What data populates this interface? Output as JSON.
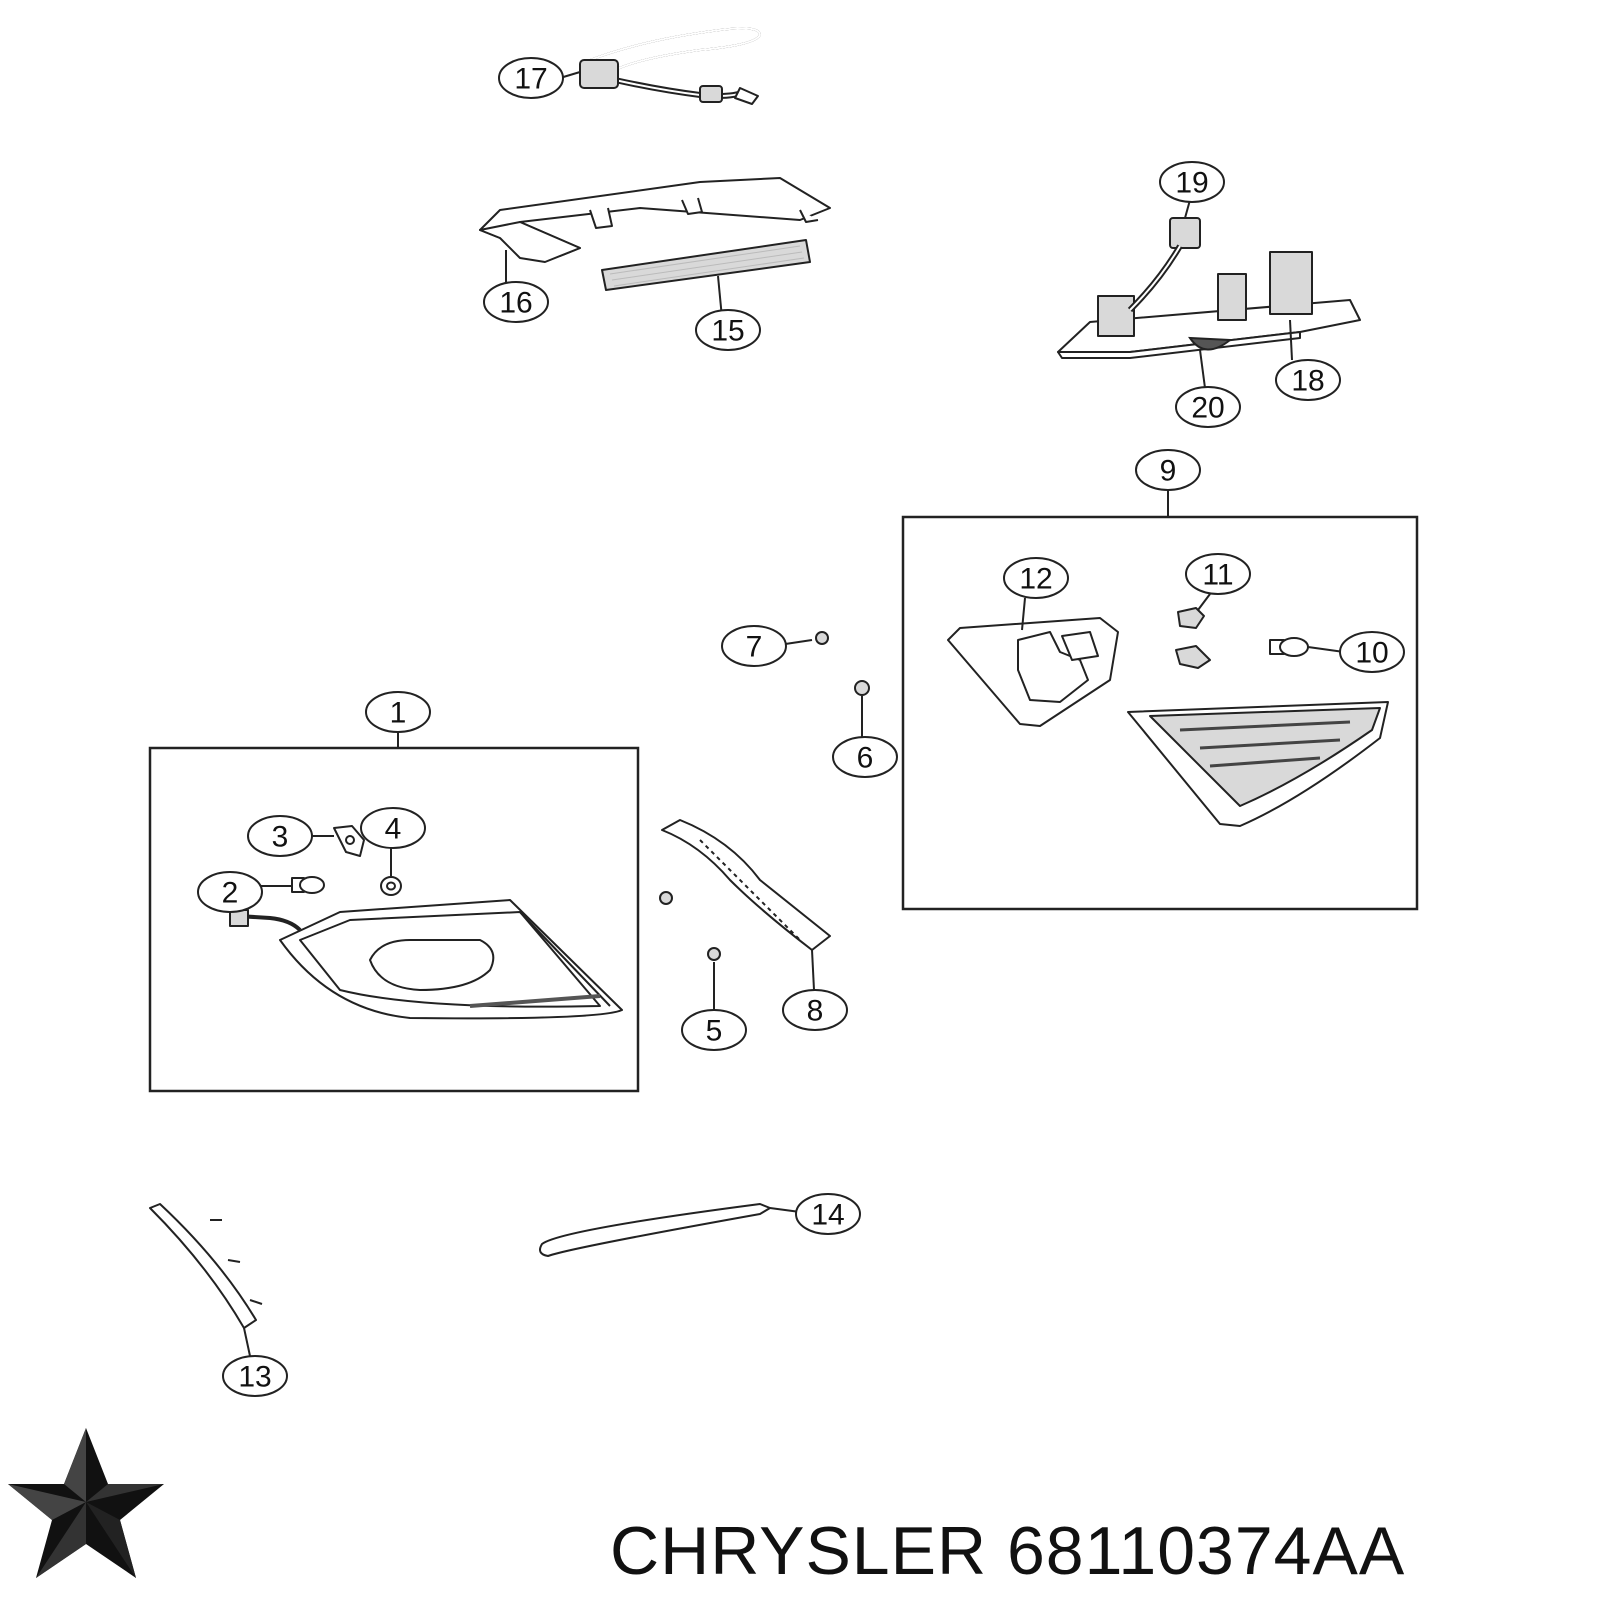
{
  "brand": {
    "text": "CHRYSLER 68110374AA",
    "logo_icon": "chrysler-pentastar-icon"
  },
  "callouts": [
    {
      "id": "c1",
      "label": "1"
    },
    {
      "id": "c2",
      "label": "2"
    },
    {
      "id": "c3",
      "label": "3"
    },
    {
      "id": "c4",
      "label": "4"
    },
    {
      "id": "c5",
      "label": "5"
    },
    {
      "id": "c6",
      "label": "6"
    },
    {
      "id": "c7",
      "label": "7"
    },
    {
      "id": "c8",
      "label": "8"
    },
    {
      "id": "c9",
      "label": "9"
    },
    {
      "id": "c10",
      "label": "10"
    },
    {
      "id": "c11",
      "label": "11"
    },
    {
      "id": "c12",
      "label": "12"
    },
    {
      "id": "c13",
      "label": "13"
    },
    {
      "id": "c14",
      "label": "14"
    },
    {
      "id": "c15",
      "label": "15"
    },
    {
      "id": "c16",
      "label": "16"
    },
    {
      "id": "c17",
      "label": "17"
    },
    {
      "id": "c18",
      "label": "18"
    },
    {
      "id": "c19",
      "label": "19"
    },
    {
      "id": "c20",
      "label": "20"
    }
  ]
}
